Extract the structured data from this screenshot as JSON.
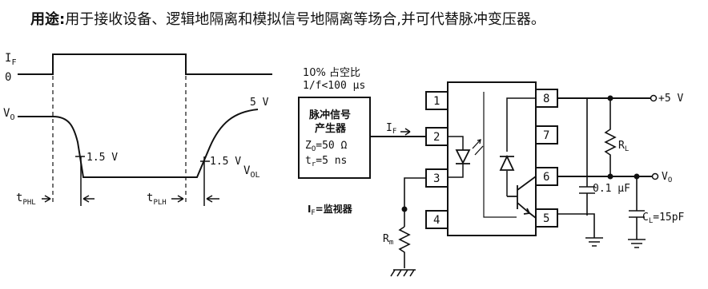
{
  "heading": {
    "label": "用途",
    "separator": ":",
    "text": "用于接收设备、逻辑地隔离和模拟信号地隔离等场合,并可代替脉冲变压器。"
  },
  "timing": {
    "if_label": "I",
    "if_sub": "F",
    "zero_label": "0",
    "vo_label": "V",
    "vo_sub": "O",
    "v5_label": "5 V",
    "v15_left": "1.5 V",
    "v15_right": "1.5 V",
    "vol_label": "V",
    "vol_sub": "OL",
    "tphl_label": "t",
    "tphl_sub": "PHL",
    "tplh_label": "t",
    "tplh_sub": "PLH"
  },
  "circuit": {
    "duty_line1": "10% 占空比",
    "duty_line2": "1/f<100 μs",
    "gen_line1": "脉冲信号",
    "gen_line2": "产生器",
    "gen_line3": "Z",
    "gen_line3_sub": "O",
    "gen_line3_val": "=50 Ω",
    "gen_line4": "t",
    "gen_line4_sub": "r",
    "gen_line4_val": "=5 ns",
    "if_arrow_label": "I",
    "if_arrow_sub": "F",
    "monitor_label": "I",
    "monitor_sub": "F",
    "monitor_text": "=监视器",
    "rm_label": "R",
    "rm_sub": "m",
    "pins": [
      "1",
      "2",
      "3",
      "4",
      "5",
      "6",
      "7",
      "8"
    ],
    "vcc_label": "+5 V",
    "rl_label": "R",
    "rl_sub": "L",
    "vo_label": "V",
    "vo_sub": "O",
    "cap_label": "0.1 μF",
    "cl_label": "C",
    "cl_sub": "L",
    "cl_value": "=15pF"
  }
}
